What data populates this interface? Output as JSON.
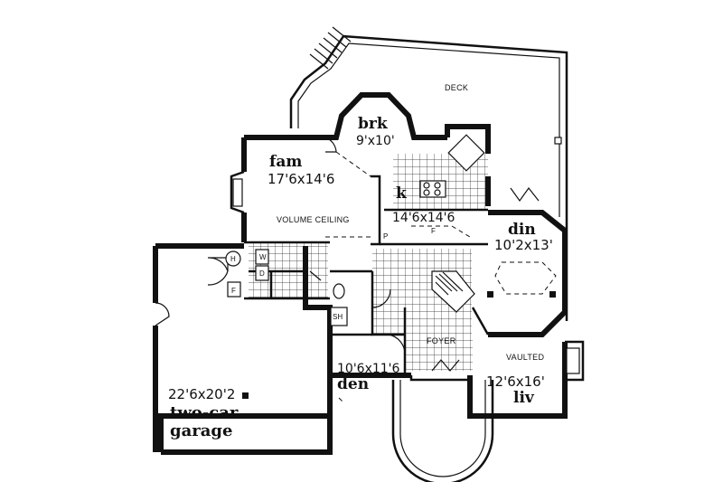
{
  "labels": {
    "deck": "DECK",
    "volume_ceiling": "VOLUME CEILING",
    "foyer": "FOYER",
    "vaulted": "VAULTED",
    "w": "W",
    "d": "D",
    "h": "H",
    "f_garage": "F",
    "f_kitchen": "F",
    "p": "P",
    "sh": "SH"
  },
  "rooms": {
    "brk": {
      "name": "brk",
      "dims": "9'x10'"
    },
    "fam": {
      "name": "fam",
      "dims": "17'6x14'6"
    },
    "k": {
      "name": "k",
      "dims": "14'6x14'6"
    },
    "din": {
      "name": "din",
      "dims": "10'2x13'"
    },
    "den": {
      "name": "den",
      "dims": "10'6x11'6"
    },
    "liv": {
      "name": "liv",
      "dims": "12'6x16'"
    },
    "garage": {
      "name_line1": "two-car",
      "name_line2": "garage",
      "dims": "22'6x20'2"
    }
  }
}
